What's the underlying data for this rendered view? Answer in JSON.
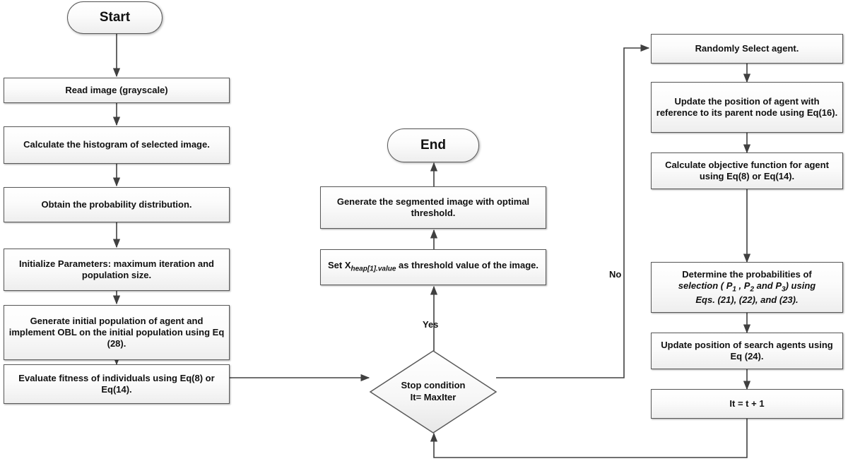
{
  "diagram": {
    "title": "Flowchart of image segmentation using metaheuristic optimization",
    "type": "flowchart",
    "colors": {
      "node_border": "#595959",
      "node_fill_top": "#ffffff",
      "node_fill_bottom": "#eeeeee",
      "connector": "#404040",
      "text": "#111111",
      "background": "#ffffff"
    }
  },
  "left_column": {
    "start": {
      "label": "Start",
      "shape": "terminator"
    },
    "read_image": {
      "label": "Read image (grayscale)",
      "shape": "process"
    },
    "calculate_histogram": {
      "label": "Calculate the histogram of selected image.",
      "shape": "process"
    },
    "obtain_probability": {
      "label": "Obtain the probability distribution.",
      "shape": "process"
    },
    "initialize_parameters": {
      "label": "Initialize  Parameters: maximum iteration and population size.",
      "shape": "process"
    },
    "generate_population": {
      "label": "Generate initial population of agent and implement OBL on the initial population using Eq (28).",
      "shape": "process"
    },
    "evaluate_fitness": {
      "label": "Evaluate fitness of individuals using Eq(8) or Eq(14).",
      "shape": "process"
    }
  },
  "middle_column": {
    "end": {
      "label": "End",
      "shape": "terminator"
    },
    "generate_segmented": {
      "label": "Generate the segmented image  with optimal threshold.",
      "shape": "process"
    },
    "set_threshold": {
      "prefix": "Set X",
      "subscript": "heap[1].value",
      "suffix": "as threshold value of the image.",
      "shape": "process"
    },
    "stop_condition": {
      "line1": "Stop condition",
      "line2": "It= MaxIter",
      "shape": "decision"
    }
  },
  "right_column": {
    "randomly_select": {
      "label": "Randomly Select agent.",
      "shape": "process"
    },
    "update_position_parent": {
      "label": "Update the position of agent with reference to its parent node using Eq(16).",
      "shape": "process"
    },
    "calculate_objective": {
      "label": "Calculate objective function for agent using Eq(8) or Eq(14).",
      "shape": "process"
    },
    "determine_probabilities": {
      "line1": "Determine the probabilities of",
      "line2_a": "selection ( P",
      "line2_sub1": "1",
      "line2_b": " , P",
      "line2_sub2": "2",
      "line2_c": " and P",
      "line2_sub3": "3",
      "line2_d": ") using",
      "line3": "Eqs. (21),  (22),  and (23).",
      "shape": "process"
    },
    "update_search_agents": {
      "label": "Update position of search agents using Eq (24).",
      "shape": "process"
    },
    "increment_iteration": {
      "label": "It = t + 1",
      "shape": "process"
    }
  },
  "edge_labels": {
    "yes": "Yes",
    "no": "No"
  }
}
